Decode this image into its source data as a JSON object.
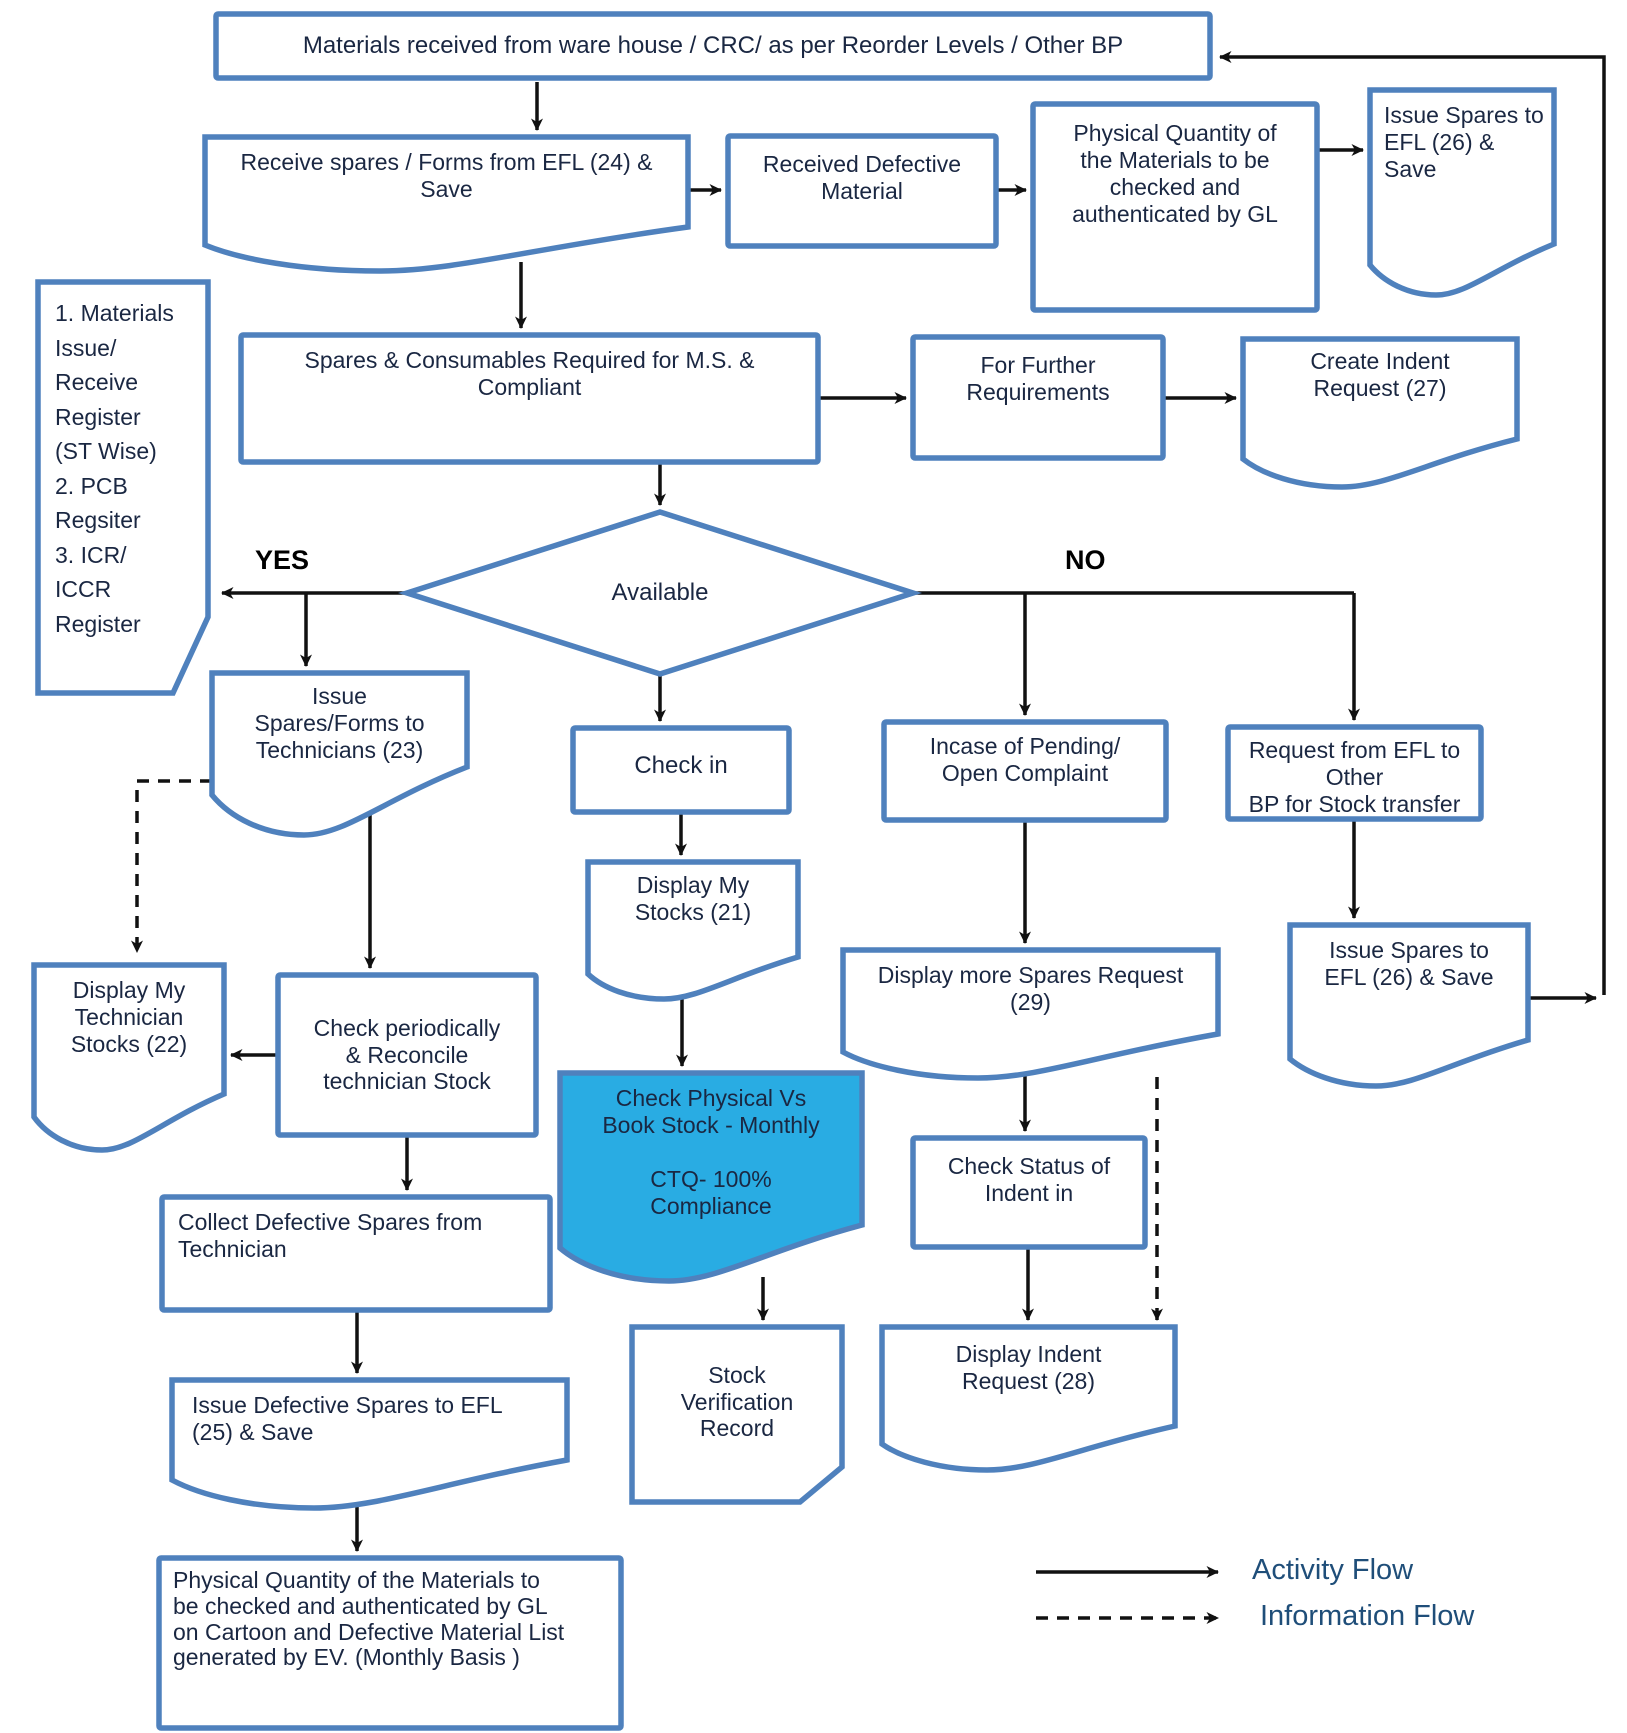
{
  "flowchart": {
    "nodes": {
      "materials_received": {
        "label": "Materials received from ware house / CRC/ as per Reorder  Levels /  Other BP"
      },
      "receive_spares": {
        "label": "Receive spares / Forms from EFL (24) &\nSave"
      },
      "received_defective": {
        "label": "Received Defective\nMaterial"
      },
      "physical_qty_gl": {
        "label": "Physical Quantity of\nthe Materials to be\nchecked and\nauthenticated by GL"
      },
      "issue_spares_efl_top": {
        "label": "Issue Spares to\nEFL (26) &\nSave"
      },
      "registers": {
        "label": "1. Materials\nIssue/\nReceive\nRegister\n(ST Wise)\n2. PCB\nRegsiter\n3. ICR/\nICCR\nRegister"
      },
      "spares_consumables": {
        "label": "Spares & Consumables Required for M.S. &\nCompliant"
      },
      "for_further": {
        "label": "For Further\nRequirements"
      },
      "create_indent": {
        "label": "Create Indent\nRequest (27)"
      },
      "available": {
        "label": "Available"
      },
      "check_in": {
        "label": "Check in"
      },
      "display_my_stocks": {
        "label": "Display My\nStocks (21)"
      },
      "check_physical": {
        "label": "Check Physical Vs\nBook Stock - Monthly\n\nCTQ- 100%\nCompliance"
      },
      "stock_verification": {
        "label": "Stock\nVerification\nRecord"
      },
      "issue_spares_forms": {
        "label": "Issue\nSpares/Forms to\nTechnicians (23)"
      },
      "display_my_technician": {
        "label": "Display My\nTechnician\nStocks (22)"
      },
      "check_periodically": {
        "label": "Check periodically\n& Reconcile\ntechnician Stock"
      },
      "collect_defective": {
        "label": "Collect Defective Spares from\nTechnician"
      },
      "issue_defective": {
        "label": "Issue Defective Spares to EFL\n(25) & Save"
      },
      "physical_qty_monthly": {
        "label": "Physical Quantity of the Materials to\nbe checked and authenticated by GL\non Cartoon and Defective Material List\ngenerated by EV. (Monthly Basis )"
      },
      "incase_pending": {
        "label": "Incase of  Pending/\nOpen Complaint"
      },
      "request_efl": {
        "label": "Request from EFL to Other\nBP for Stock transfer"
      },
      "display_more_spares": {
        "label": "Display more Spares Request\n(29)"
      },
      "check_status": {
        "label": "Check Status of\nIndent in"
      },
      "display_indent": {
        "label": "Display Indent\nRequest (28)"
      },
      "issue_spares_efl_lower": {
        "label": "Issue Spares to\nEFL (26) & Save"
      }
    },
    "decision_labels": {
      "yes": "YES",
      "no": "NO"
    },
    "legend": {
      "activity": "Activity Flow",
      "information": "Information Flow"
    },
    "colors": {
      "shape_border": "#4f81bd",
      "highlight_fill": "#29ace3",
      "node_text": "#1a2742",
      "legend_text": "#1f4e79",
      "connector": "#111111"
    }
  }
}
